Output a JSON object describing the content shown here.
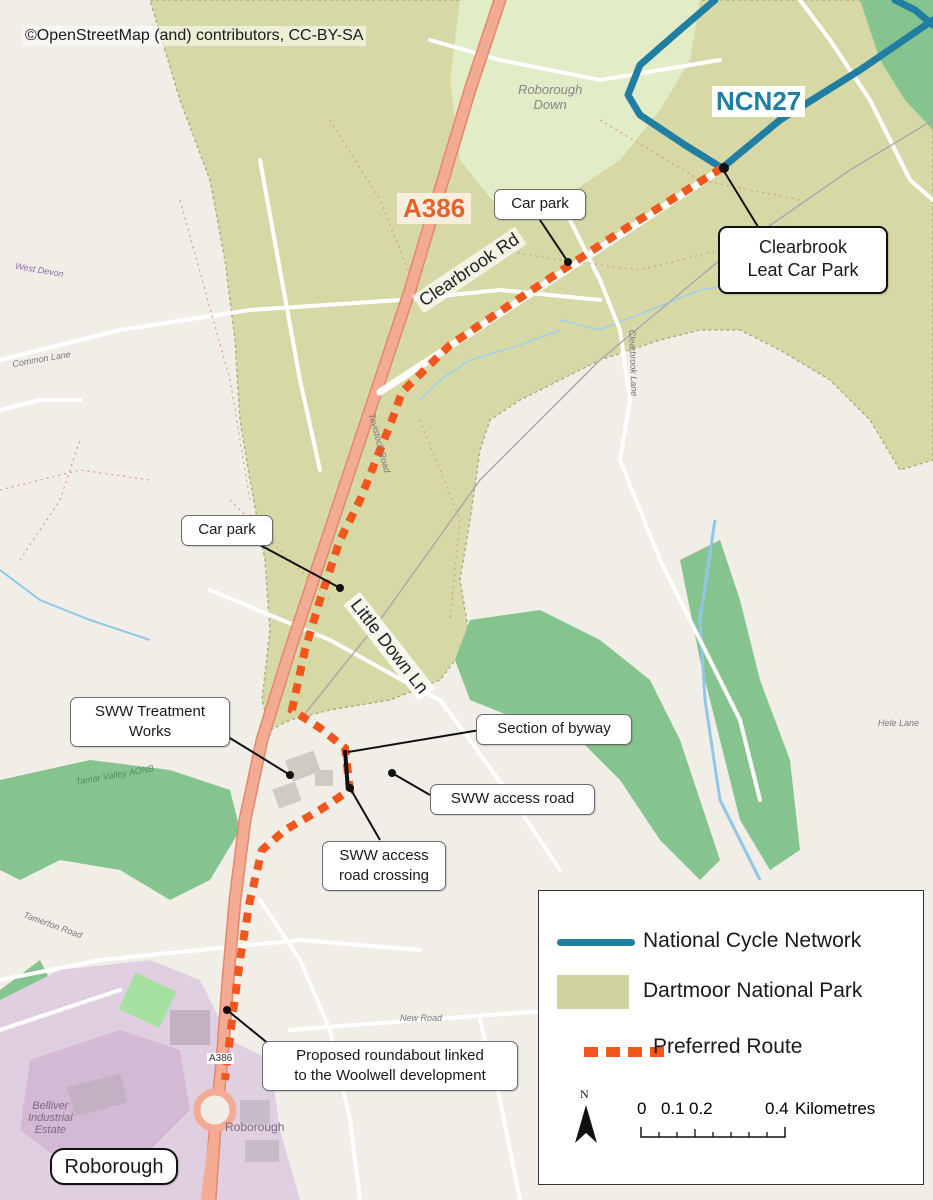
{
  "attribution": "©OpenStreetMap (and) contributors, CC-BY-SA",
  "roads": {
    "a386": "A386",
    "ncn27": "NCN27",
    "clearbrook_rd": "Clearbrook Rd",
    "little_down_ln": "Little Down Ln",
    "a386_small": "A386"
  },
  "places": {
    "roborough_down": "Roborough\nDown",
    "roborough": "Roborough",
    "roborough_small": "Roborough",
    "belliver": "Belliver\nIndustrial\nEstate",
    "west_devon": "West Devon",
    "common_lane": "Common Lane",
    "tamar_valley": "Tamar Valley AONB",
    "hele_lane": "Hele Lane",
    "tamerton_road": "Tamerton Road",
    "new_road": "New Road",
    "tavistock_road": "Tavistock Road",
    "clearbrook_lane": "Clearbrook Lane"
  },
  "callouts": {
    "clearbrook_leat": "Clearbrook\nLeat Car Park",
    "car_park_1": "Car park",
    "car_park_2": "Car park",
    "swwt_works": "SWW Treatment\nWorks",
    "section_byway": "Section of byway",
    "sww_access_road": "SWW access road",
    "sww_access_crossing": "SWW access\nroad crossing",
    "proposed_roundabout": "Proposed roundabout linked\nto the Woolwell development"
  },
  "legend": {
    "items": [
      {
        "label": "National Cycle Network",
        "symbol": "line",
        "color": "#1f7ea1"
      },
      {
        "label": "Dartmoor National Park",
        "symbol": "fill",
        "color": "#cfd4a0"
      },
      {
        "label": "Preferred Route",
        "symbol": "dashed",
        "color": "#f2561d"
      }
    ],
    "north": "N",
    "scale_ticks": [
      "0",
      "0.1",
      "0.2",
      "0.4"
    ],
    "scale_unit": "Kilometres"
  },
  "colors": {
    "park": "#d6d9a6",
    "park_light": "#dfeac5",
    "woods": "#7fc28a",
    "base": "#f1eee8",
    "urban": "#ddd0dd",
    "a_road": "#f2a58a",
    "ncn": "#1f7ea1",
    "route": "#f2561d"
  }
}
